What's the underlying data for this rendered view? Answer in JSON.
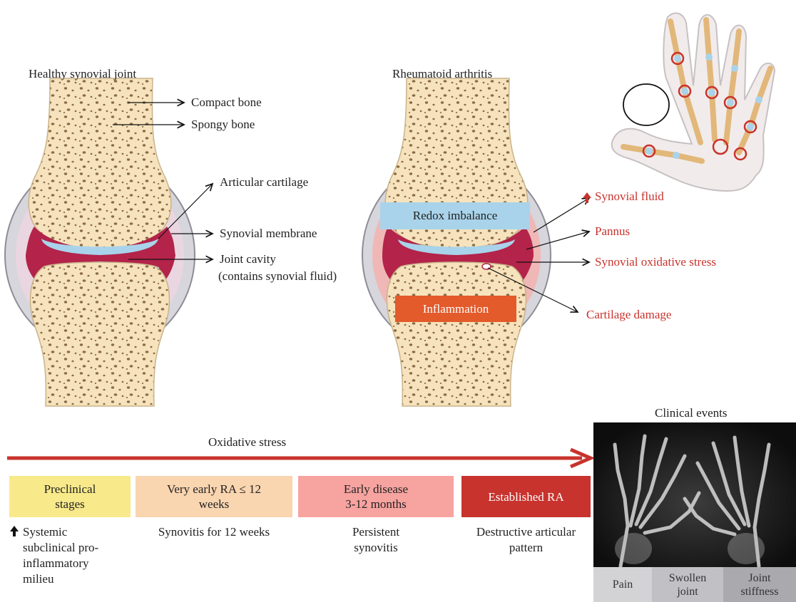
{
  "diagram": {
    "healthy_title": "Healthy synovial joint",
    "ra_title": "Rheumatoid arthritis",
    "healthy_labels": {
      "compact_bone": "Compact bone",
      "spongy_bone": "Spongy bone",
      "articular_cartilage": "Articular cartilage",
      "synovial_membrane": "Synovial membrane",
      "joint_cavity_line1": "Joint cavity",
      "joint_cavity_line2": "(contains synovial fluid)"
    },
    "ra_labels": {
      "synovial_fluid": "Synovial fluid",
      "pannus": "Pannus",
      "synovial_oxidative_stress": "Synovial oxidative stress",
      "cartilage_damage": "Cartilage damage"
    },
    "boxes": {
      "redox": "Redox imbalance",
      "inflammation": "Inflammation"
    },
    "colors": {
      "bone": "#f6e3bd",
      "cartilage": "#a9d3ea",
      "synovium": "#b3234a",
      "membrane": "#c9c9d1",
      "ra_red": "#c8332d",
      "redox_box": "#a9d3ea",
      "inflammation_box": "#e35a2b"
    }
  },
  "timeline": {
    "oxidative_stress": "Oxidative stress",
    "clinical_events": "Clinical events",
    "stages": [
      {
        "line1": "Preclinical",
        "line2": "stages",
        "color": "#f8e98a"
      },
      {
        "line1": "Very early RA ≤ 12",
        "line2": "weeks",
        "color": "#f9d5b0"
      },
      {
        "line1": "Early disease",
        "line2": "3-12 months",
        "color": "#f7a3a0"
      },
      {
        "line1": "Established RA",
        "line2": "",
        "color": "#c8332d"
      }
    ],
    "descriptions": {
      "preclinical": [
        "Systemic",
        "subclinical pro-",
        "inflammatory",
        "milieu"
      ],
      "very_early": "Synovitis for 12 weeks",
      "early": [
        "Persistent",
        "synovitis"
      ],
      "established": [
        "Destructive articular",
        "pattern"
      ]
    },
    "symptoms": [
      {
        "line1": "Pain",
        "line2": "",
        "color": "#d3d3d6"
      },
      {
        "line1": "Swollen",
        "line2": "joint",
        "color": "#c1c1c5"
      },
      {
        "line1": "Joint",
        "line2": "stiffness",
        "color": "#a9a9ae"
      }
    ]
  }
}
